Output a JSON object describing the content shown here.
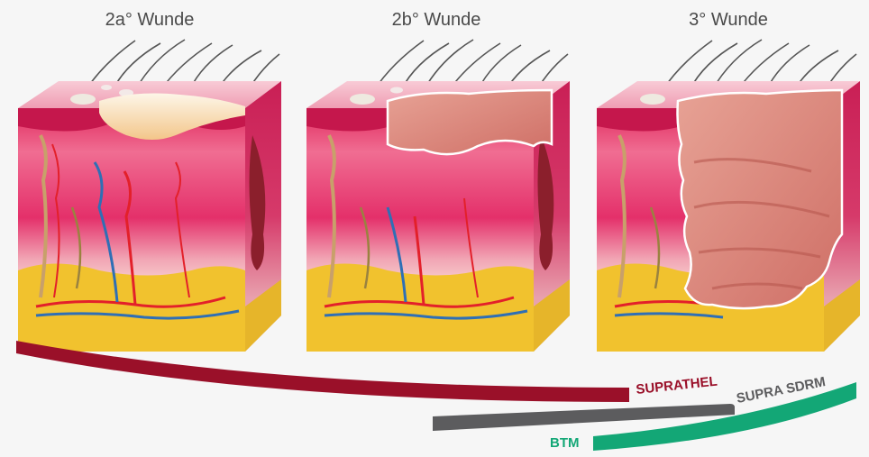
{
  "wound_titles": {
    "w1": "2a° Wunde",
    "w2": "2b° Wunde",
    "w3": "3° Wunde"
  },
  "products": {
    "suprathel": "SUPRATHEL",
    "supra_sdrm": "SUPRA SDRM",
    "btm": "BTM"
  },
  "colors": {
    "suprathel": "#9a1029",
    "supra_sdrm": "#5c5c5e",
    "btm": "#13a776",
    "epidermis": "#f2b7c6",
    "dermis": "#d82f66",
    "fat": "#f1c22e",
    "wound": "#d9877a"
  }
}
